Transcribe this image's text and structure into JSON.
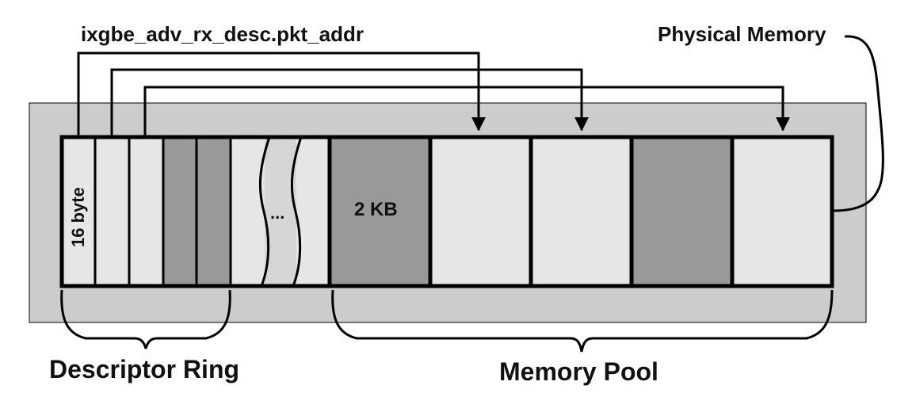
{
  "labels": {
    "pointer_field": "ixgbe_adv_rx_desc.pkt_addr",
    "physical_memory": "Physical Memory",
    "descriptor_size": "16 byte",
    "ellipsis": "...",
    "buffer_size": "2 KB",
    "descriptor_ring": "Descriptor Ring",
    "memory_pool": "Memory Pool"
  },
  "colors": {
    "physical_memory_bg": "#cccccc",
    "free_slot": "#e6e6e6",
    "used_slot": "#999999",
    "outline": "#000000"
  },
  "descriptor_ring": {
    "slots": [
      {
        "state": "free",
        "points_to_buffer": 1
      },
      {
        "state": "free",
        "points_to_buffer": 2
      },
      {
        "state": "free",
        "points_to_buffer": 4
      },
      {
        "state": "used"
      },
      {
        "state": "used"
      },
      {
        "state": "gap"
      }
    ]
  },
  "memory_pool": {
    "buffers": [
      {
        "state": "used"
      },
      {
        "state": "free"
      },
      {
        "state": "free"
      },
      {
        "state": "used"
      },
      {
        "state": "free"
      }
    ]
  }
}
